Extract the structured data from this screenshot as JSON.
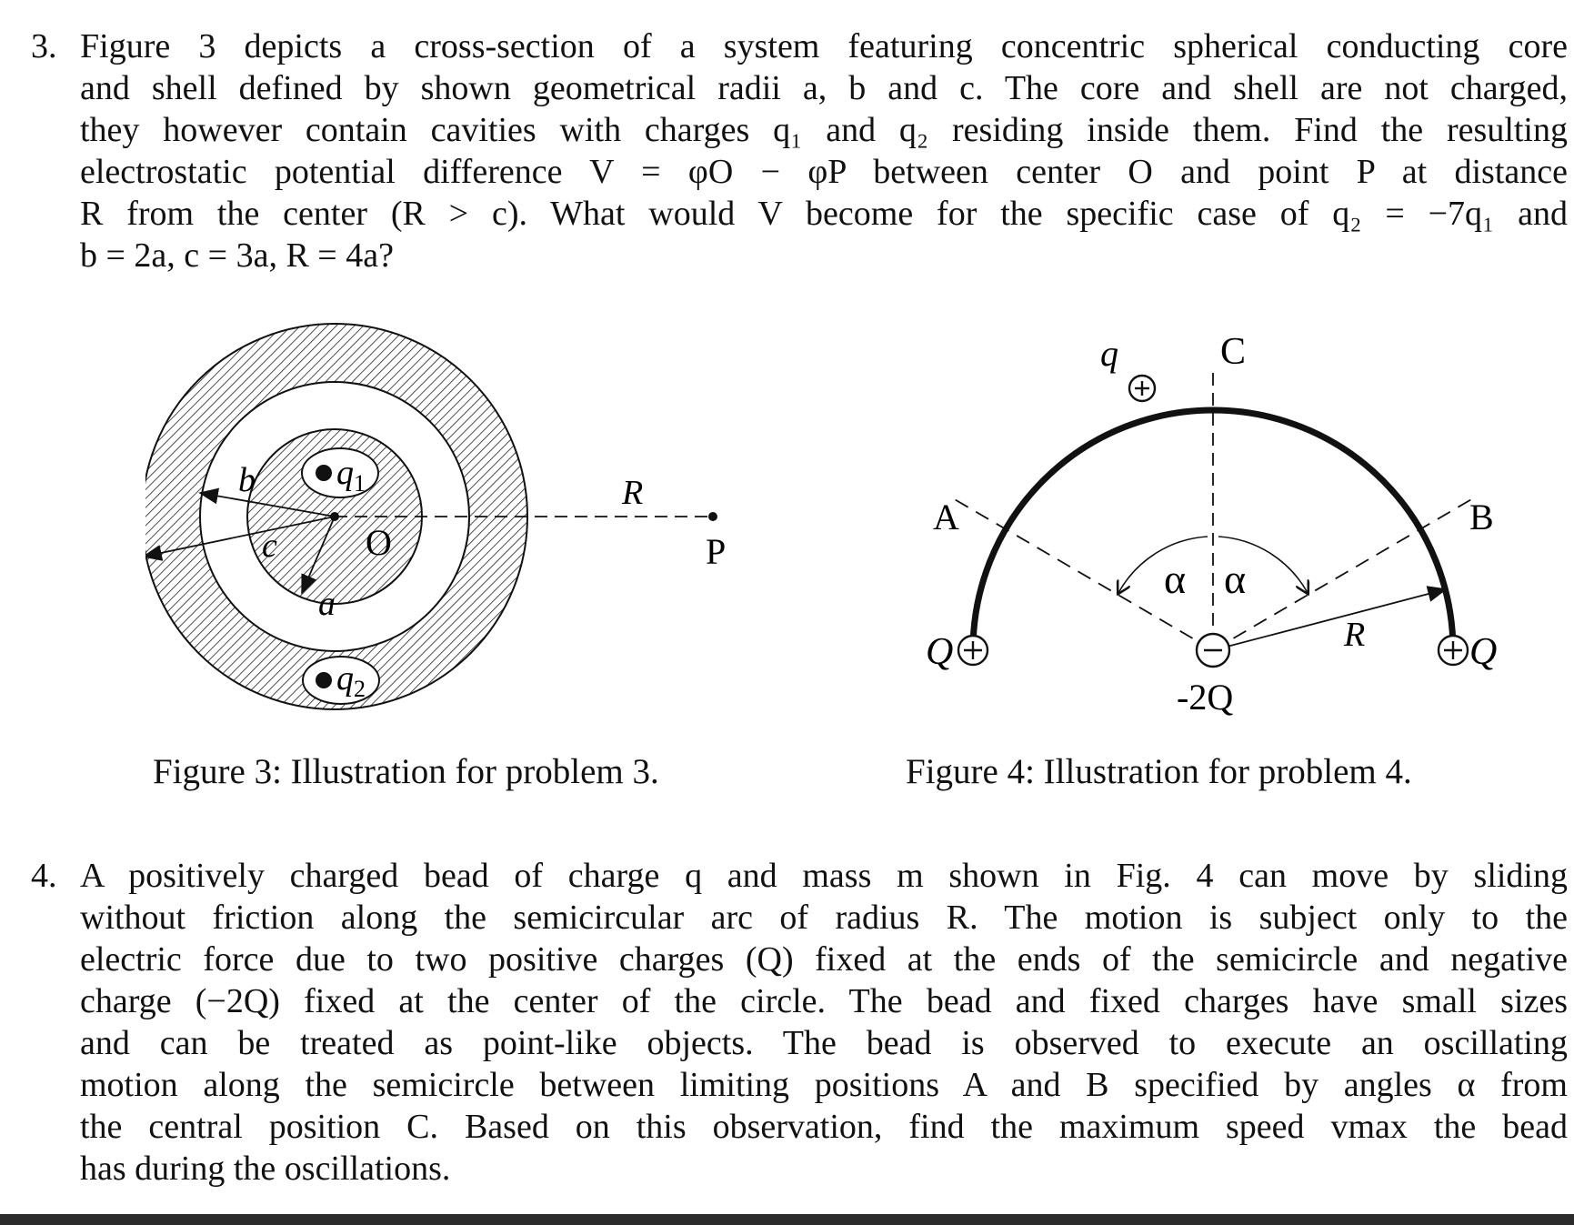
{
  "problem3": {
    "number": "3.",
    "lines": [
      "Figure 3 depicts a cross-section of a system featuring concentric spherical conducting core",
      "and shell defined by shown geometrical radii a, b and c. The core and shell are not charged,",
      "they however contain cavities with charges q₁ and q₂ residing inside them. Find the resulting",
      "electrostatic potential difference V = φO − φP between center O and point P at distance",
      "R from the center (R > c). What would V become for the specific case of q₂ = −7q₁ and",
      "b = 2a, c = 3a, R = 4a?"
    ]
  },
  "figure3": {
    "caption": "Figure 3: Illustration for problem 3.",
    "labels": {
      "b": "b",
      "c": "c",
      "a": "a",
      "O": "O",
      "R": "R",
      "P": "P",
      "q1": "q",
      "q1_sub": "1",
      "q2": "q",
      "q2_sub": "2"
    }
  },
  "figure4": {
    "caption": "Figure 4: Illustration for problem 4.",
    "labels": {
      "q": "q",
      "C": "C",
      "A": "A",
      "B": "B",
      "alpha_left": "α",
      "alpha_right": "α",
      "Q_left": "Q",
      "Q_right": "Q",
      "minus2Q": "-2Q",
      "R": "R"
    }
  },
  "problem4": {
    "number": "4.",
    "lines": [
      "A positively charged bead of charge q and mass m shown in Fig. 4 can move by sliding",
      "without friction along the semicircular arc of radius R. The motion is subject only to the",
      "electric force due to two positive charges (Q) fixed at the ends of the semicircle and negative",
      "charge (−2Q) fixed at the center of the circle. The bead and fixed charges have small sizes",
      "and can be treated as point-like objects. The bead is observed to execute an oscillating",
      "motion along the semicircle between limiting positions A and B specified by angles α from",
      "the central position C. Based on this observation, find the maximum speed vmax the bead",
      "has during the oscillations."
    ]
  }
}
